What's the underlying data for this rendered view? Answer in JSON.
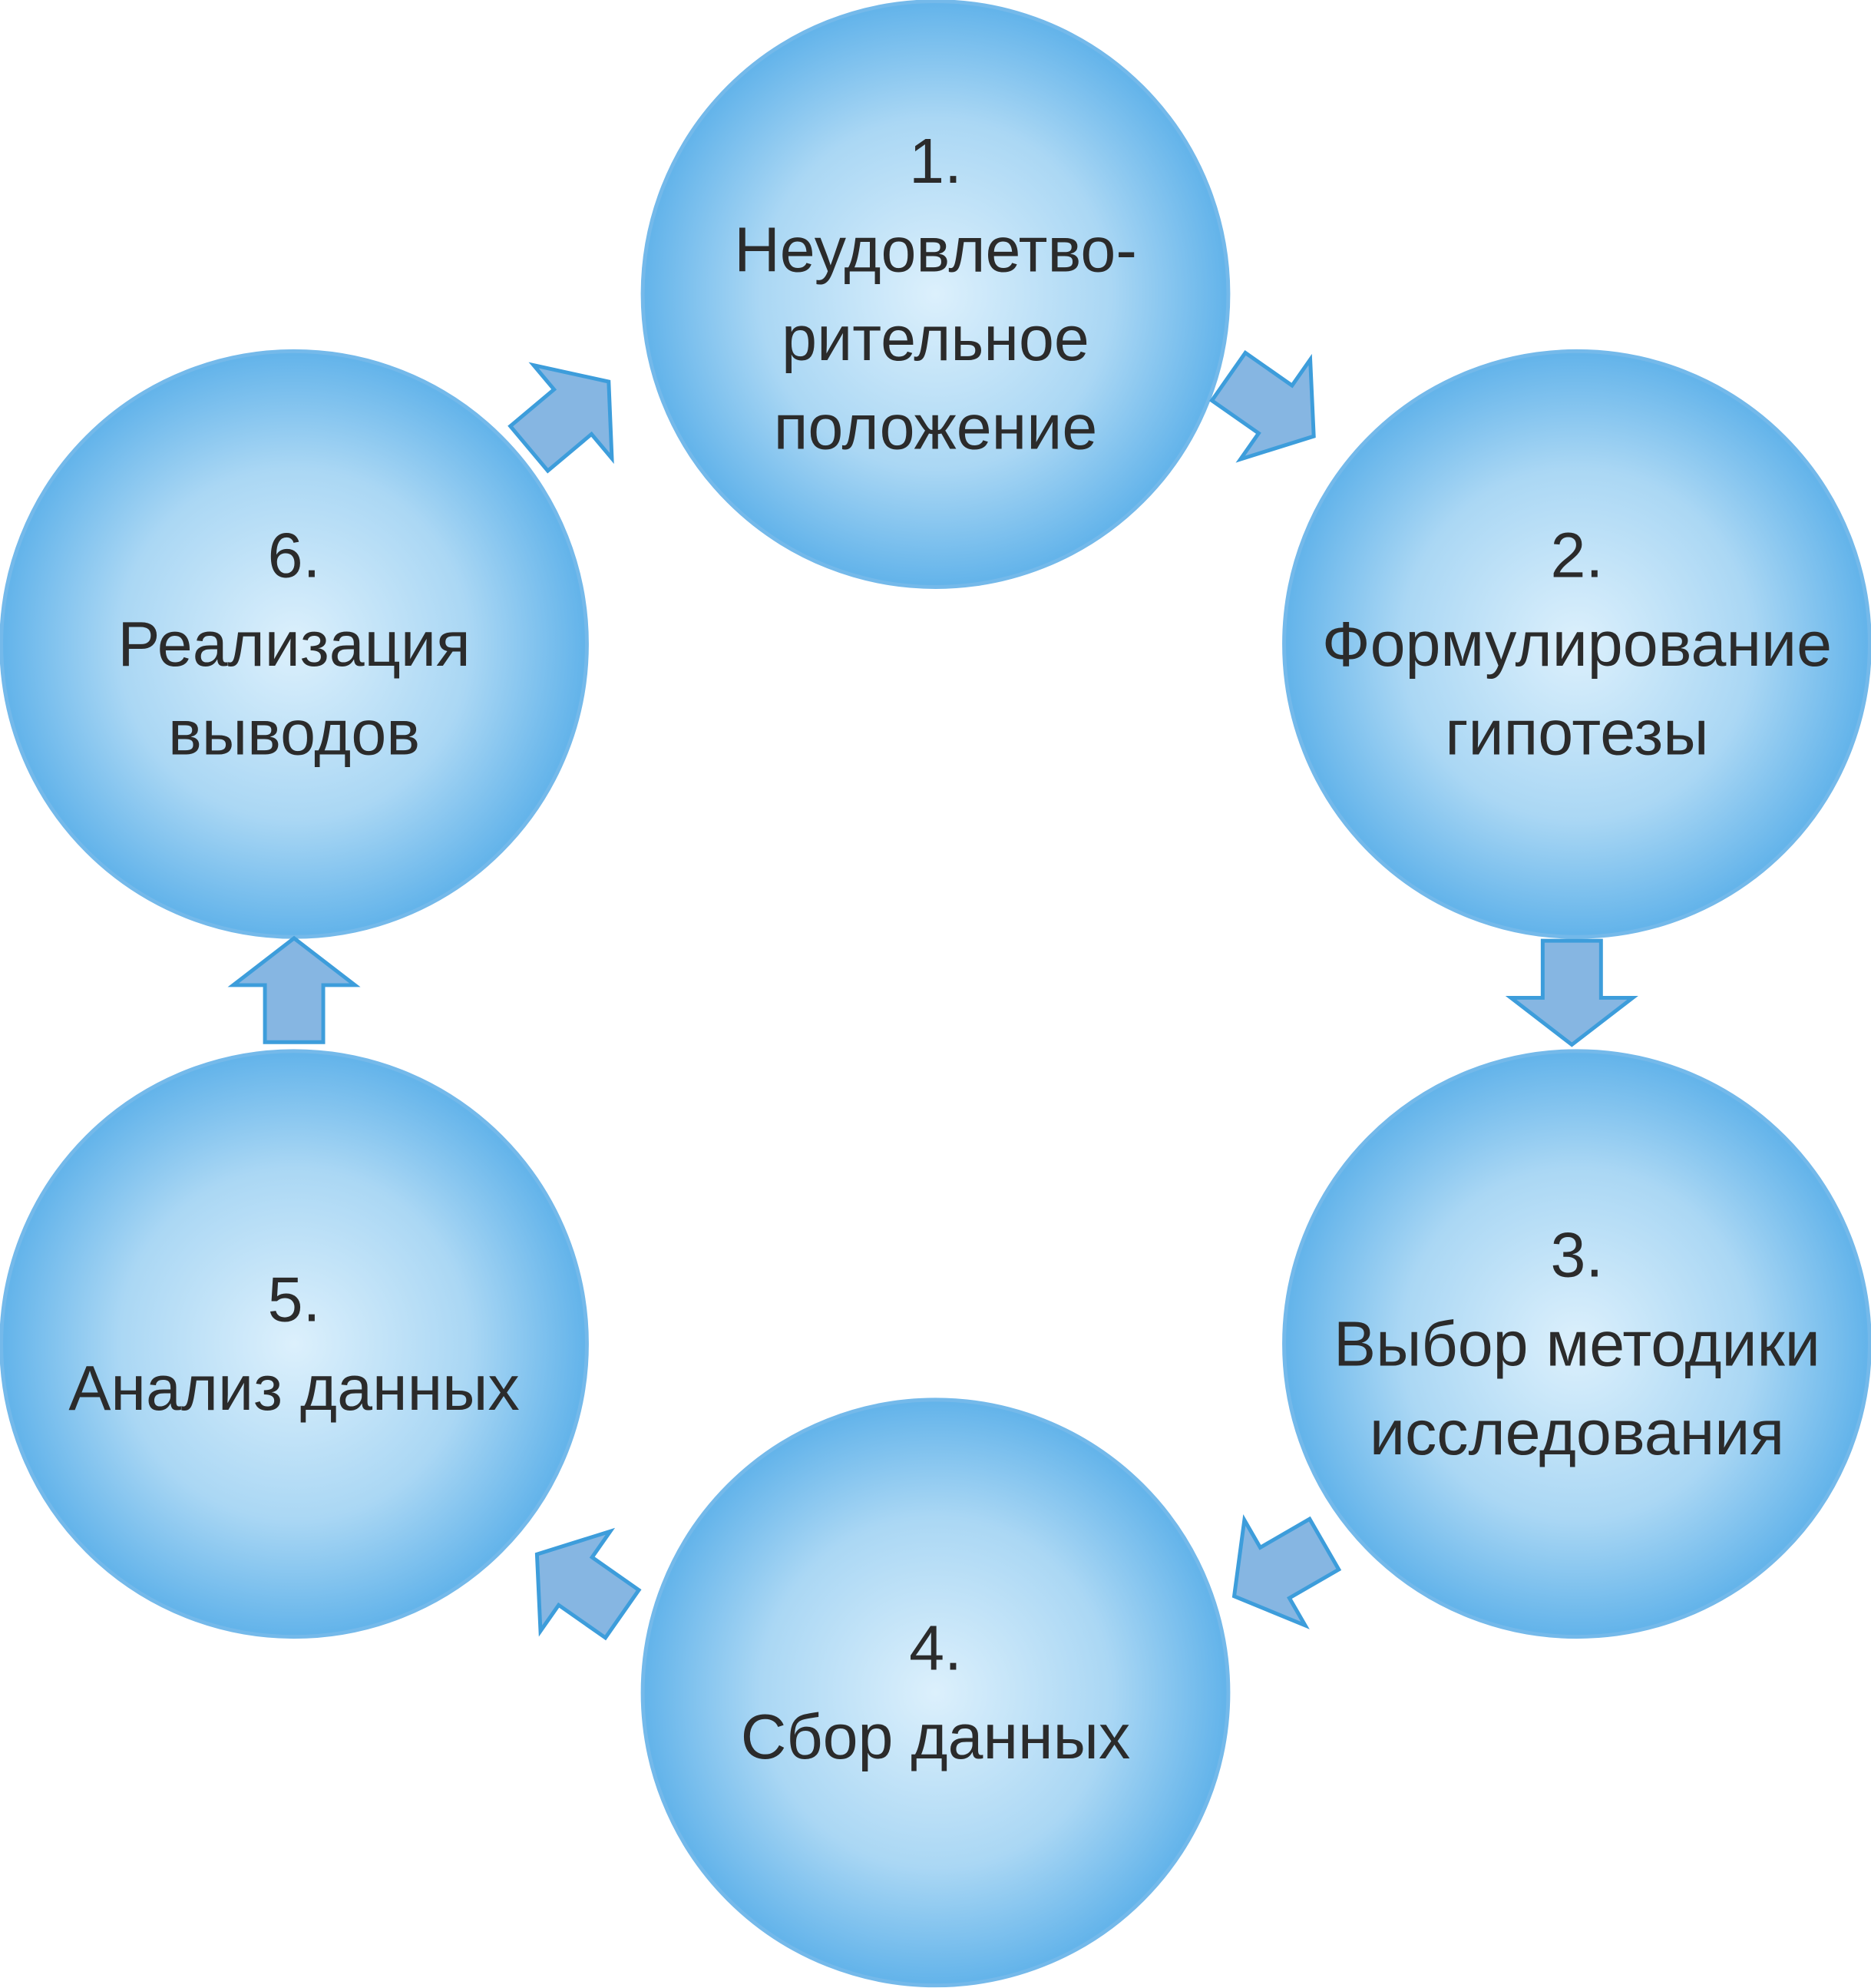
{
  "colors": {
    "circle_center": "#dcefFb",
    "circle_edge": "#62b3ea",
    "arrow_fill": "#86b6e2",
    "arrow_stroke": "#3d9ddb",
    "text": "#2b2b2b"
  },
  "steps": [
    {
      "lines": [
        "1.",
        "Неудовлетво-",
        "рительное",
        "положение"
      ]
    },
    {
      "lines": [
        "2.",
        "Формулирование",
        "гипотезы"
      ]
    },
    {
      "lines": [
        "3.",
        "Выбор методики",
        "исследования"
      ]
    },
    {
      "lines": [
        "4.",
        "Сбор данных"
      ]
    },
    {
      "lines": [
        "5.",
        "Анализ данных"
      ]
    },
    {
      "lines": [
        "6.",
        "Реализация",
        "выводов"
      ]
    }
  ]
}
